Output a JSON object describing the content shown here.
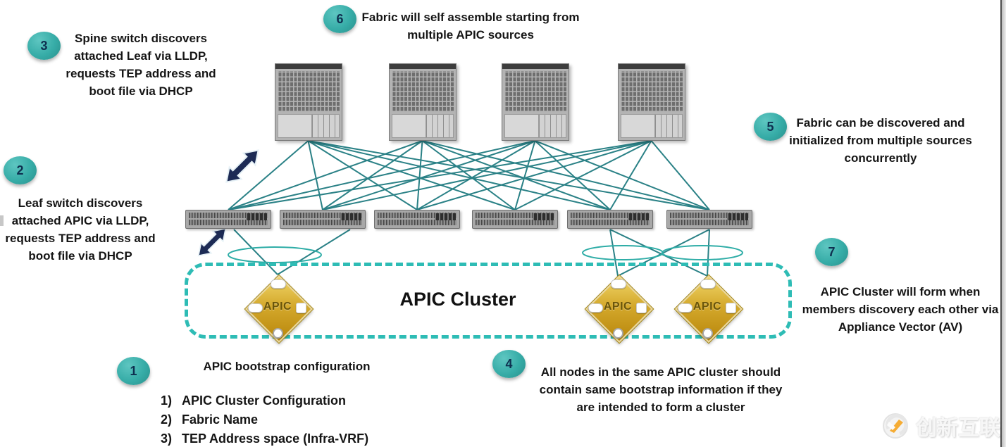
{
  "callouts": {
    "c1": {
      "number": "1",
      "text": "APIC bootstrap configuration"
    },
    "c2": {
      "number": "2",
      "text": "Leaf switch discovers\nattached APIC via LLDP,\nrequests TEP address and\nboot file via DHCP"
    },
    "c3": {
      "number": "3",
      "text": "Spine switch discovers\nattached Leaf via LLDP,\nrequests TEP address and\nboot file via DHCP"
    },
    "c4": {
      "number": "4",
      "text": "All nodes in the same APIC cluster should\ncontain same bootstrap information if they\nare intended to form a cluster"
    },
    "c5": {
      "number": "5",
      "text": "Fabric can be discovered and\ninitialized from multiple sources\nconcurrently"
    },
    "c6": {
      "number": "6",
      "text": "Fabric will self assemble starting from\nmultiple APIC sources"
    },
    "c7": {
      "number": "7",
      "text": "APIC Cluster will form when\nmembers discovery each other via\nAppliance Vector (AV)"
    }
  },
  "bootstrap_list": {
    "items": [
      {
        "num": "1)",
        "label": "APIC Cluster Configuration"
      },
      {
        "num": "2)",
        "label": "Fabric Name"
      },
      {
        "num": "3)",
        "label": "TEP Address space (Infra-VRF)"
      }
    ]
  },
  "cluster": {
    "label": "APIC Cluster"
  },
  "apic": {
    "label": "APIC"
  },
  "watermark": {
    "text": "创新互联"
  },
  "colors": {
    "callout_teal": "#38b1ac",
    "line_teal": "#2a8186",
    "dash_teal": "#2ebcb5",
    "arrow_navy": "#1d2b55",
    "apic_gold": "#d2a219",
    "text_black": "#151515"
  }
}
